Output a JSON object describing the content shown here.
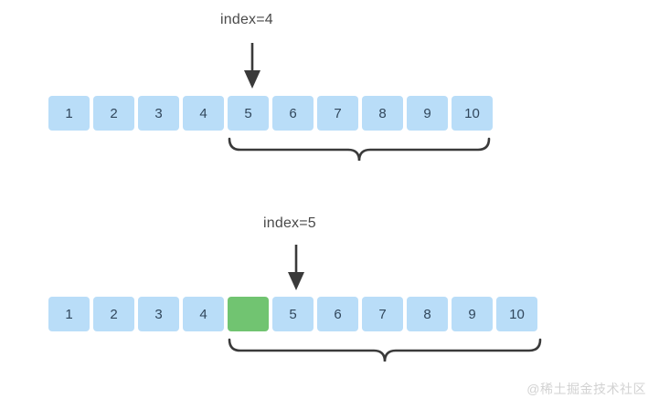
{
  "diagram": {
    "background_color": "#ffffff",
    "cell_color": "#b9ddf8",
    "highlight_color": "#71c471",
    "stroke_color": "#3a3a3a",
    "text_color": "#4a4a4a",
    "number_color": "#31475c",
    "watermark_color": "#d2d2d2"
  },
  "top_section": {
    "pointer_label": "index=4",
    "arrow_icon": "arrow-down-icon",
    "brace_icon": "curly-brace-down-icon",
    "cells": [
      {
        "value": "1",
        "highlighted": false
      },
      {
        "value": "2",
        "highlighted": false
      },
      {
        "value": "3",
        "highlighted": false
      },
      {
        "value": "4",
        "highlighted": false
      },
      {
        "value": "5",
        "highlighted": false
      },
      {
        "value": "6",
        "highlighted": false
      },
      {
        "value": "7",
        "highlighted": false
      },
      {
        "value": "8",
        "highlighted": false
      },
      {
        "value": "9",
        "highlighted": false
      },
      {
        "value": "10",
        "highlighted": false
      }
    ]
  },
  "bottom_section": {
    "pointer_label": "index=5",
    "arrow_icon": "arrow-down-icon",
    "brace_icon": "curly-brace-down-icon",
    "cells": [
      {
        "value": "1",
        "highlighted": false
      },
      {
        "value": "2",
        "highlighted": false
      },
      {
        "value": "3",
        "highlighted": false
      },
      {
        "value": "4",
        "highlighted": false
      },
      {
        "value": "",
        "highlighted": true
      },
      {
        "value": "5",
        "highlighted": false
      },
      {
        "value": "6",
        "highlighted": false
      },
      {
        "value": "7",
        "highlighted": false
      },
      {
        "value": "8",
        "highlighted": false
      },
      {
        "value": "9",
        "highlighted": false
      },
      {
        "value": "10",
        "highlighted": false
      }
    ]
  },
  "watermark": {
    "text": "@稀土掘金技术社区"
  }
}
